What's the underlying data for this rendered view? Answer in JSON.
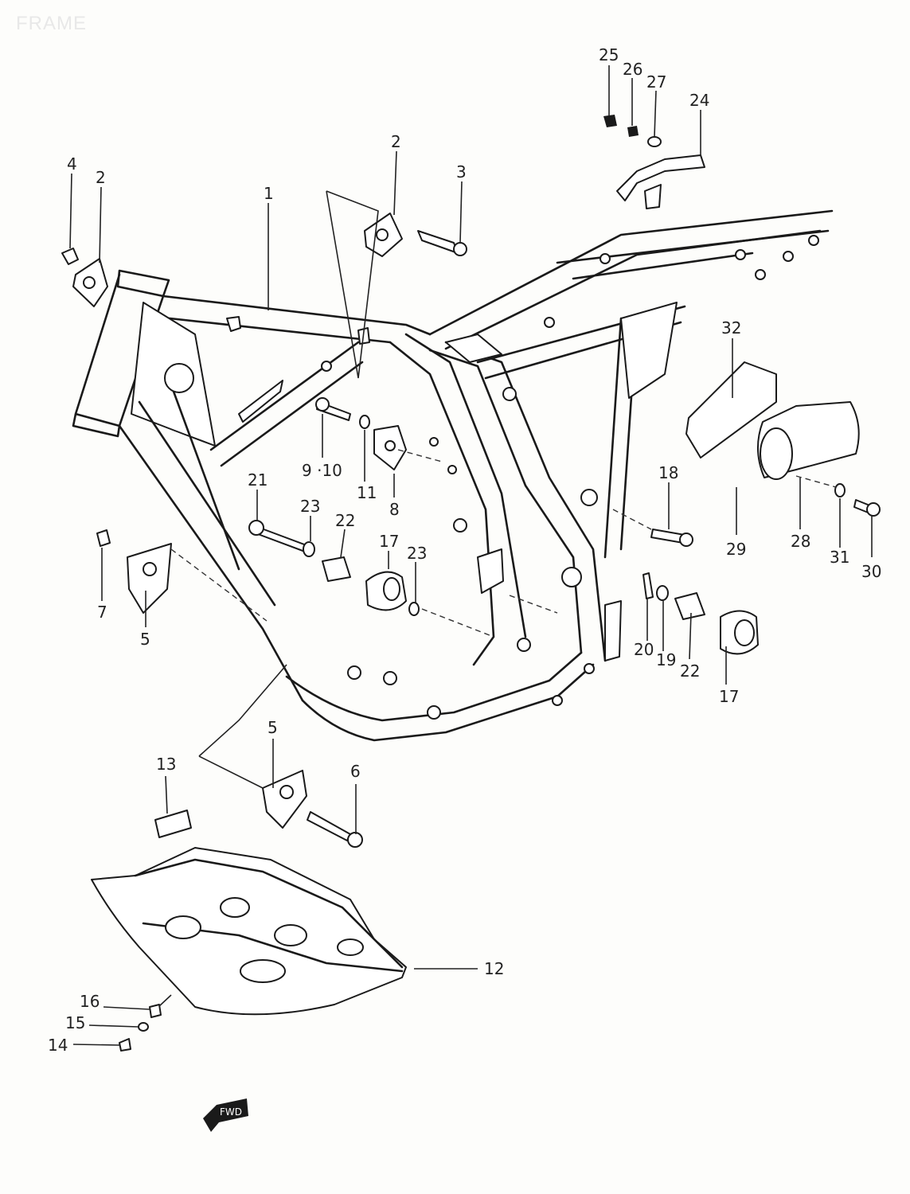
{
  "title": "FRAME",
  "fwd_label": "FWD",
  "callouts": [
    {
      "id": "c25",
      "text": "25"
    },
    {
      "id": "c26",
      "text": "26"
    },
    {
      "id": "c27",
      "text": "27"
    },
    {
      "id": "c24",
      "text": "24"
    },
    {
      "id": "c4",
      "text": "4"
    },
    {
      "id": "c2a",
      "text": "2"
    },
    {
      "id": "c2b",
      "text": "2"
    },
    {
      "id": "c3",
      "text": "3"
    },
    {
      "id": "c1",
      "text": "1"
    },
    {
      "id": "c32",
      "text": "32"
    },
    {
      "id": "c9_10",
      "text": "9 ·10"
    },
    {
      "id": "c11",
      "text": "11"
    },
    {
      "id": "c8",
      "text": "8"
    },
    {
      "id": "c21",
      "text": "21"
    },
    {
      "id": "c23a",
      "text": "23"
    },
    {
      "id": "c22a",
      "text": "22"
    },
    {
      "id": "c17a",
      "text": "17"
    },
    {
      "id": "c23b",
      "text": "23"
    },
    {
      "id": "c18",
      "text": "18"
    },
    {
      "id": "c29",
      "text": "29"
    },
    {
      "id": "c28",
      "text": "28"
    },
    {
      "id": "c31",
      "text": "31"
    },
    {
      "id": "c30",
      "text": "30"
    },
    {
      "id": "c7",
      "text": "7"
    },
    {
      "id": "c5a",
      "text": "5"
    },
    {
      "id": "c20",
      "text": "20"
    },
    {
      "id": "c19",
      "text": "19"
    },
    {
      "id": "c22b",
      "text": "22"
    },
    {
      "id": "c17b",
      "text": "17"
    },
    {
      "id": "c5b",
      "text": "5"
    },
    {
      "id": "c13",
      "text": "13"
    },
    {
      "id": "c6",
      "text": "6"
    },
    {
      "id": "c12",
      "text": "12"
    },
    {
      "id": "c16",
      "text": "16"
    },
    {
      "id": "c15",
      "text": "15"
    },
    {
      "id": "c14",
      "text": "14"
    }
  ]
}
